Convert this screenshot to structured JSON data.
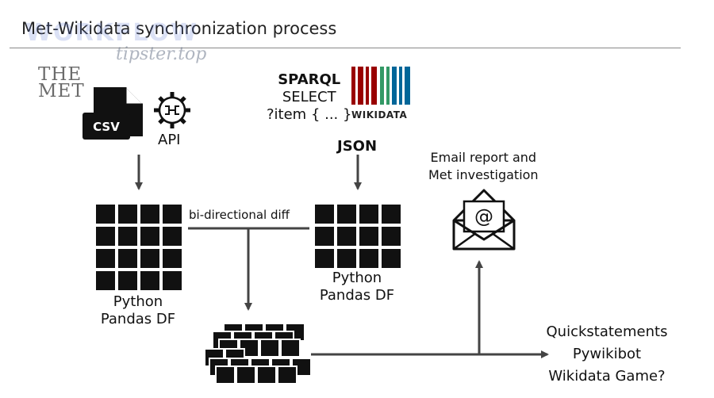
{
  "header": {
    "title": "Met-Wikidata synchronization process",
    "watermark_brand": "WORKFLOW",
    "watermark_site": "tipster.top"
  },
  "met": {
    "logo_line1": "THE",
    "logo_line2": "MET",
    "csv_label": "CSV",
    "api_label": "API",
    "df_line1": "Python",
    "df_line2": "Pandas DF"
  },
  "wikidata": {
    "query_lang": "SPARQL",
    "query_line1": "SELECT",
    "query_line2": "?item { ... }",
    "logo_text": "WIKIDATA",
    "format_label": "JSON",
    "df_line1": "Python",
    "df_line2": "Pandas DF"
  },
  "diff": {
    "label": "bi-directional diff"
  },
  "email": {
    "line1": "Email report and",
    "line2": "Met investigation"
  },
  "outputs": [
    "Quickstatements",
    "Pywikibot",
    "Wikidata Game?"
  ],
  "colors": {
    "wikidata_bars": [
      "#990000",
      "#339966",
      "#006699"
    ],
    "ink": "#111111"
  }
}
